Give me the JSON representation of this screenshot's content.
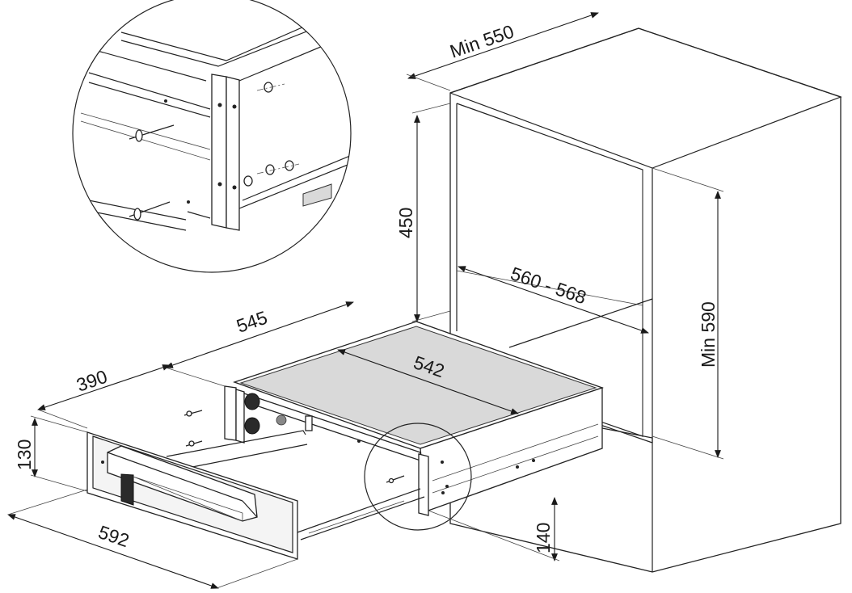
{
  "dimensions": {
    "cabinet_depth": "Min 550",
    "cabinet_height": "Min 590",
    "cabinet_width": "560 - 568",
    "niche_height": "450",
    "unit_depth": "545",
    "unit_width_inner": "542",
    "drawer_depth": "390",
    "front_height": "130",
    "front_width": "592",
    "side_height": "140"
  },
  "icons": {
    "detail": "magnified-detail-circle",
    "arrow": "dimension-arrow-icon"
  }
}
